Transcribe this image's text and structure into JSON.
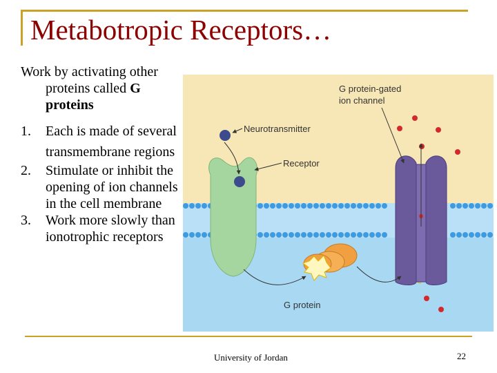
{
  "slide": {
    "title": "Metabotropic Receptors…",
    "intro": {
      "lead": "Work by activating other",
      "cont_plain": "proteins called ",
      "cont_bold": "G proteins"
    },
    "items": [
      {
        "num": "1.",
        "text": "Each is made of several transmembrane regions"
      },
      {
        "num": "2.",
        "text": "Stimulate or inhibit the opening of ion channels in the cell membrane"
      },
      {
        "num": "3.",
        "text": "Work more slowly than ionotrophic receptors"
      }
    ],
    "footer": "University of Jordan",
    "page_number": "22"
  },
  "figure": {
    "labels": {
      "channel": "G protein-gated",
      "channel2": "ion channel",
      "neurotransmitter": "Neurotransmitter",
      "receptor": "Receptor",
      "gprotein": "G protein"
    },
    "colors": {
      "background": "#fbefc9",
      "extracellular": "#f7e7b6",
      "membrane_head": "#3f9be0",
      "membrane_tail": "#8ec9f0",
      "intracellular": "#a9d8f3",
      "receptor": "#a6d6a0",
      "channel": "#6a5a9c",
      "gprotein": "#f0a040",
      "ion": "#d22a2a",
      "neurotransmitter": "#3d4a8c",
      "label": "#333333"
    }
  }
}
